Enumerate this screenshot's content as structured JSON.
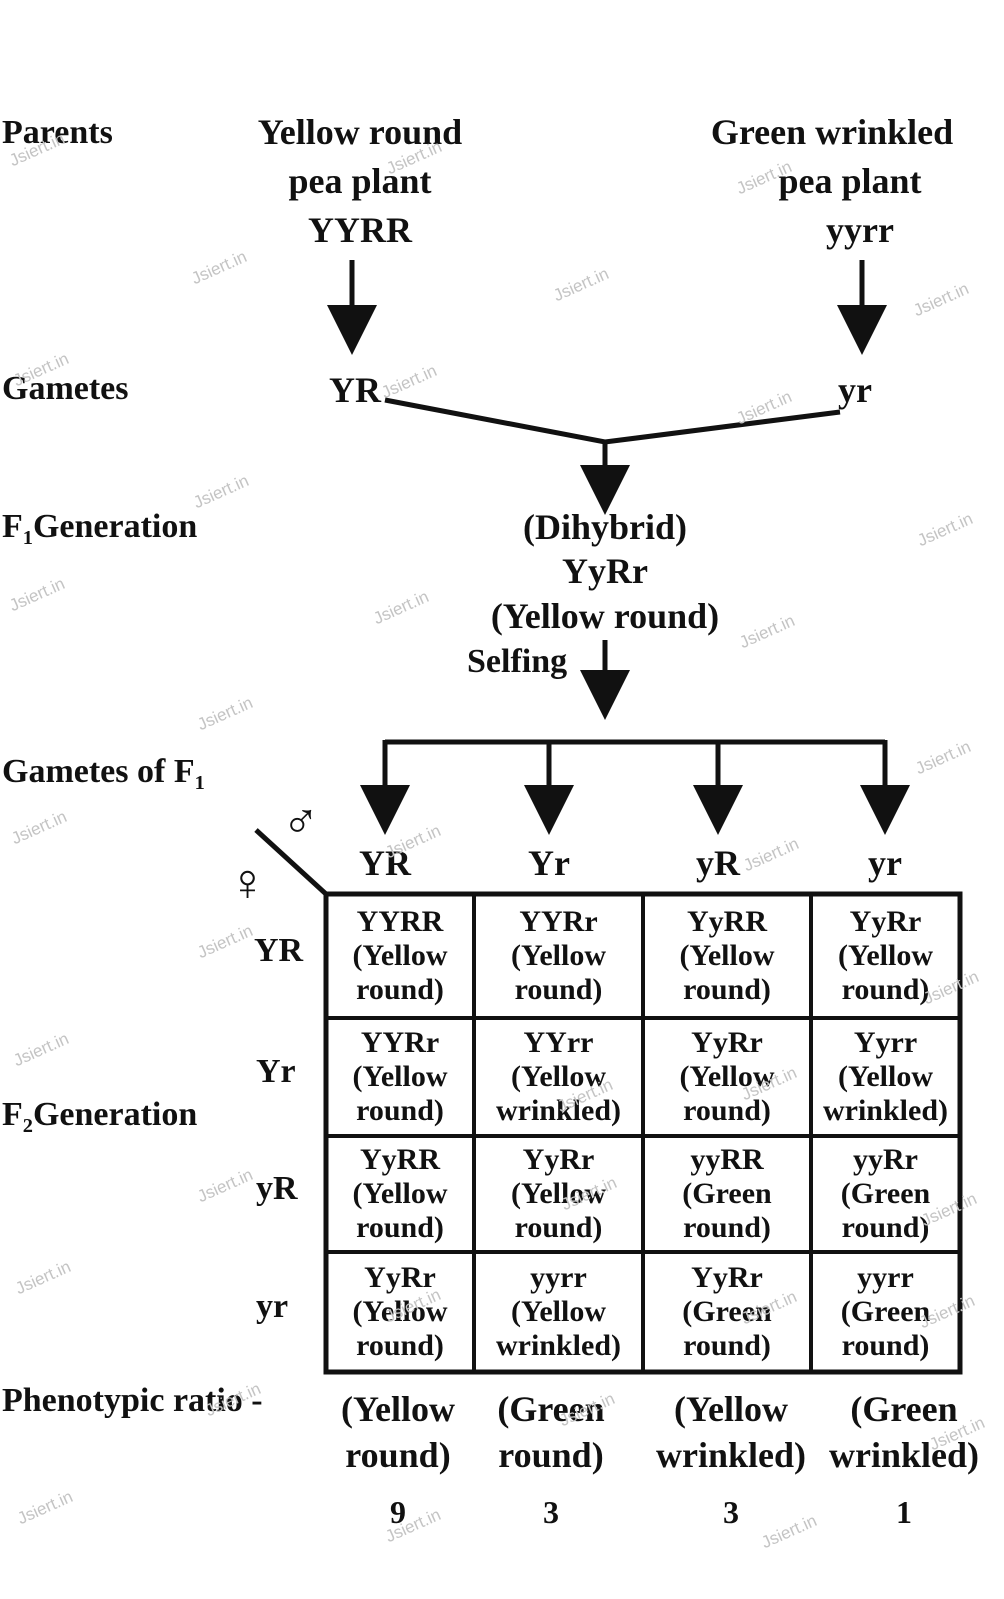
{
  "labels": {
    "parents": "Parents",
    "gametes": "Gametes",
    "f1_generation_prefix": "F",
    "f1_generation_sub": "1",
    "f1_generation_suffix": "Generation",
    "gametes_of_f1_prefix": "Gametes of F",
    "gametes_of_f1_sub": "1",
    "f2_generation_prefix": "F",
    "f2_generation_sub": "2",
    "f2_generation_suffix": "Generation",
    "phenotypic_ratio": "Phenotypic ratio -"
  },
  "parent1": {
    "line1": "Yellow round",
    "line2": "pea plant",
    "genotype": "YYRR",
    "gamete": "YR"
  },
  "parent2": {
    "line1": "Green wrinkled",
    "line2": "pea plant",
    "genotype": "yyrr",
    "gamete": "yr"
  },
  "f1": {
    "line1": "(Dihybrid)",
    "genotype": "YyRr",
    "phenotype": "(Yellow round)",
    "selfing": "Selfing"
  },
  "symbols": {
    "male": "♂",
    "female": "♀"
  },
  "male_gametes": [
    "YR",
    "Yr",
    "yR",
    "yr"
  ],
  "female_gametes": [
    "YR",
    "Yr",
    "yR",
    "yr"
  ],
  "punnett": [
    [
      {
        "g": "YYRR",
        "p1": "(Yellow",
        "p2": "round)"
      },
      {
        "g": "YYRr",
        "p1": "(Yellow",
        "p2": "round)"
      },
      {
        "g": "YyRR",
        "p1": "(Yellow",
        "p2": "round)"
      },
      {
        "g": "YyRr",
        "p1": "(Yellow",
        "p2": "round)"
      }
    ],
    [
      {
        "g": "YYRr",
        "p1": "(Yellow",
        "p2": "round)"
      },
      {
        "g": "YYrr",
        "p1": "(Yellow",
        "p2": "wrinkled)"
      },
      {
        "g": "YyRr",
        "p1": "(Yellow",
        "p2": "round)"
      },
      {
        "g": "Yyrr",
        "p1": "(Yellow",
        "p2": "wrinkled)"
      }
    ],
    [
      {
        "g": "YyRR",
        "p1": "(Yellow",
        "p2": "round)"
      },
      {
        "g": "YyRr",
        "p1": "(Yellow",
        "p2": "round)"
      },
      {
        "g": "yyRR",
        "p1": "(Green",
        "p2": "round)"
      },
      {
        "g": "yyRr",
        "p1": "(Green",
        "p2": "round)"
      }
    ],
    [
      {
        "g": "YyRr",
        "p1": "(Yellow",
        "p2": "round)"
      },
      {
        "g": "yyrr",
        "p1": "(Yellow",
        "p2": "wrinkled)"
      },
      {
        "g": "YyRr",
        "p1": "(Green",
        "p2": "round)"
      },
      {
        "g": "yyrr",
        "p1": "(Green",
        "p2": "round)"
      }
    ]
  ],
  "ratio": [
    {
      "p1": "(Yellow",
      "p2": "round)",
      "n": "9"
    },
    {
      "p1": "(Green",
      "p2": "round)",
      "n": "3"
    },
    {
      "p1": "(Yellow",
      "p2": "wrinkled)",
      "n": "3"
    },
    {
      "p1": "(Green",
      "p2": "wrinkled)",
      "n": "1"
    }
  ],
  "watermark": "Jsiert.in"
}
